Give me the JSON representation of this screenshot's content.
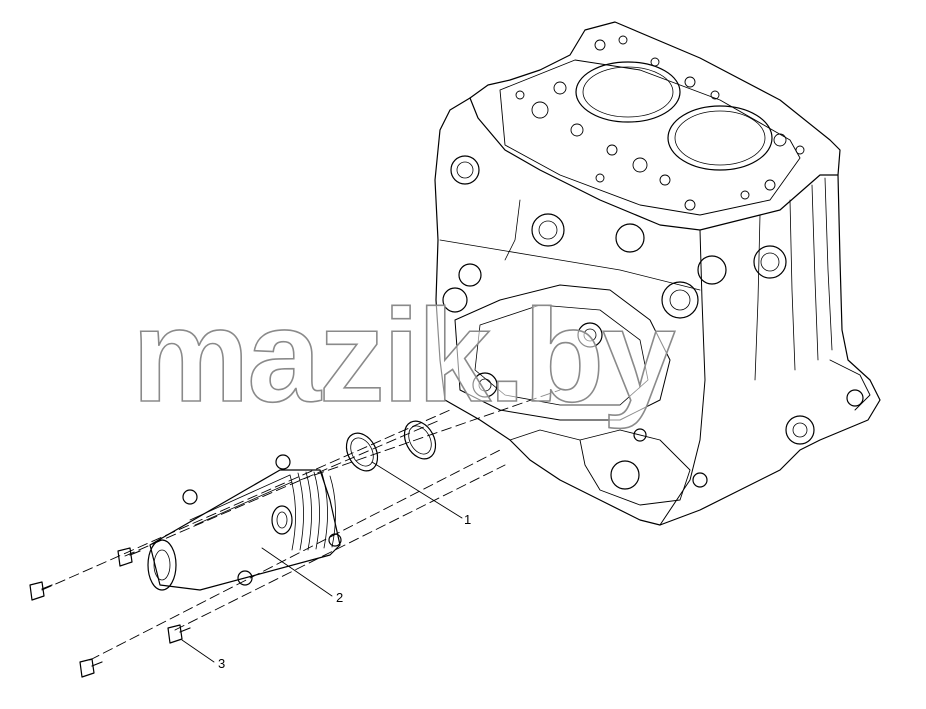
{
  "callouts": [
    {
      "id": "1",
      "label": "1"
    },
    {
      "id": "2",
      "label": "2"
    },
    {
      "id": "3",
      "label": "3"
    }
  ],
  "watermark": "mazik.by",
  "colors": {
    "line": "#000000",
    "background": "#ffffff",
    "watermark_outline": "#8a8a8a"
  }
}
